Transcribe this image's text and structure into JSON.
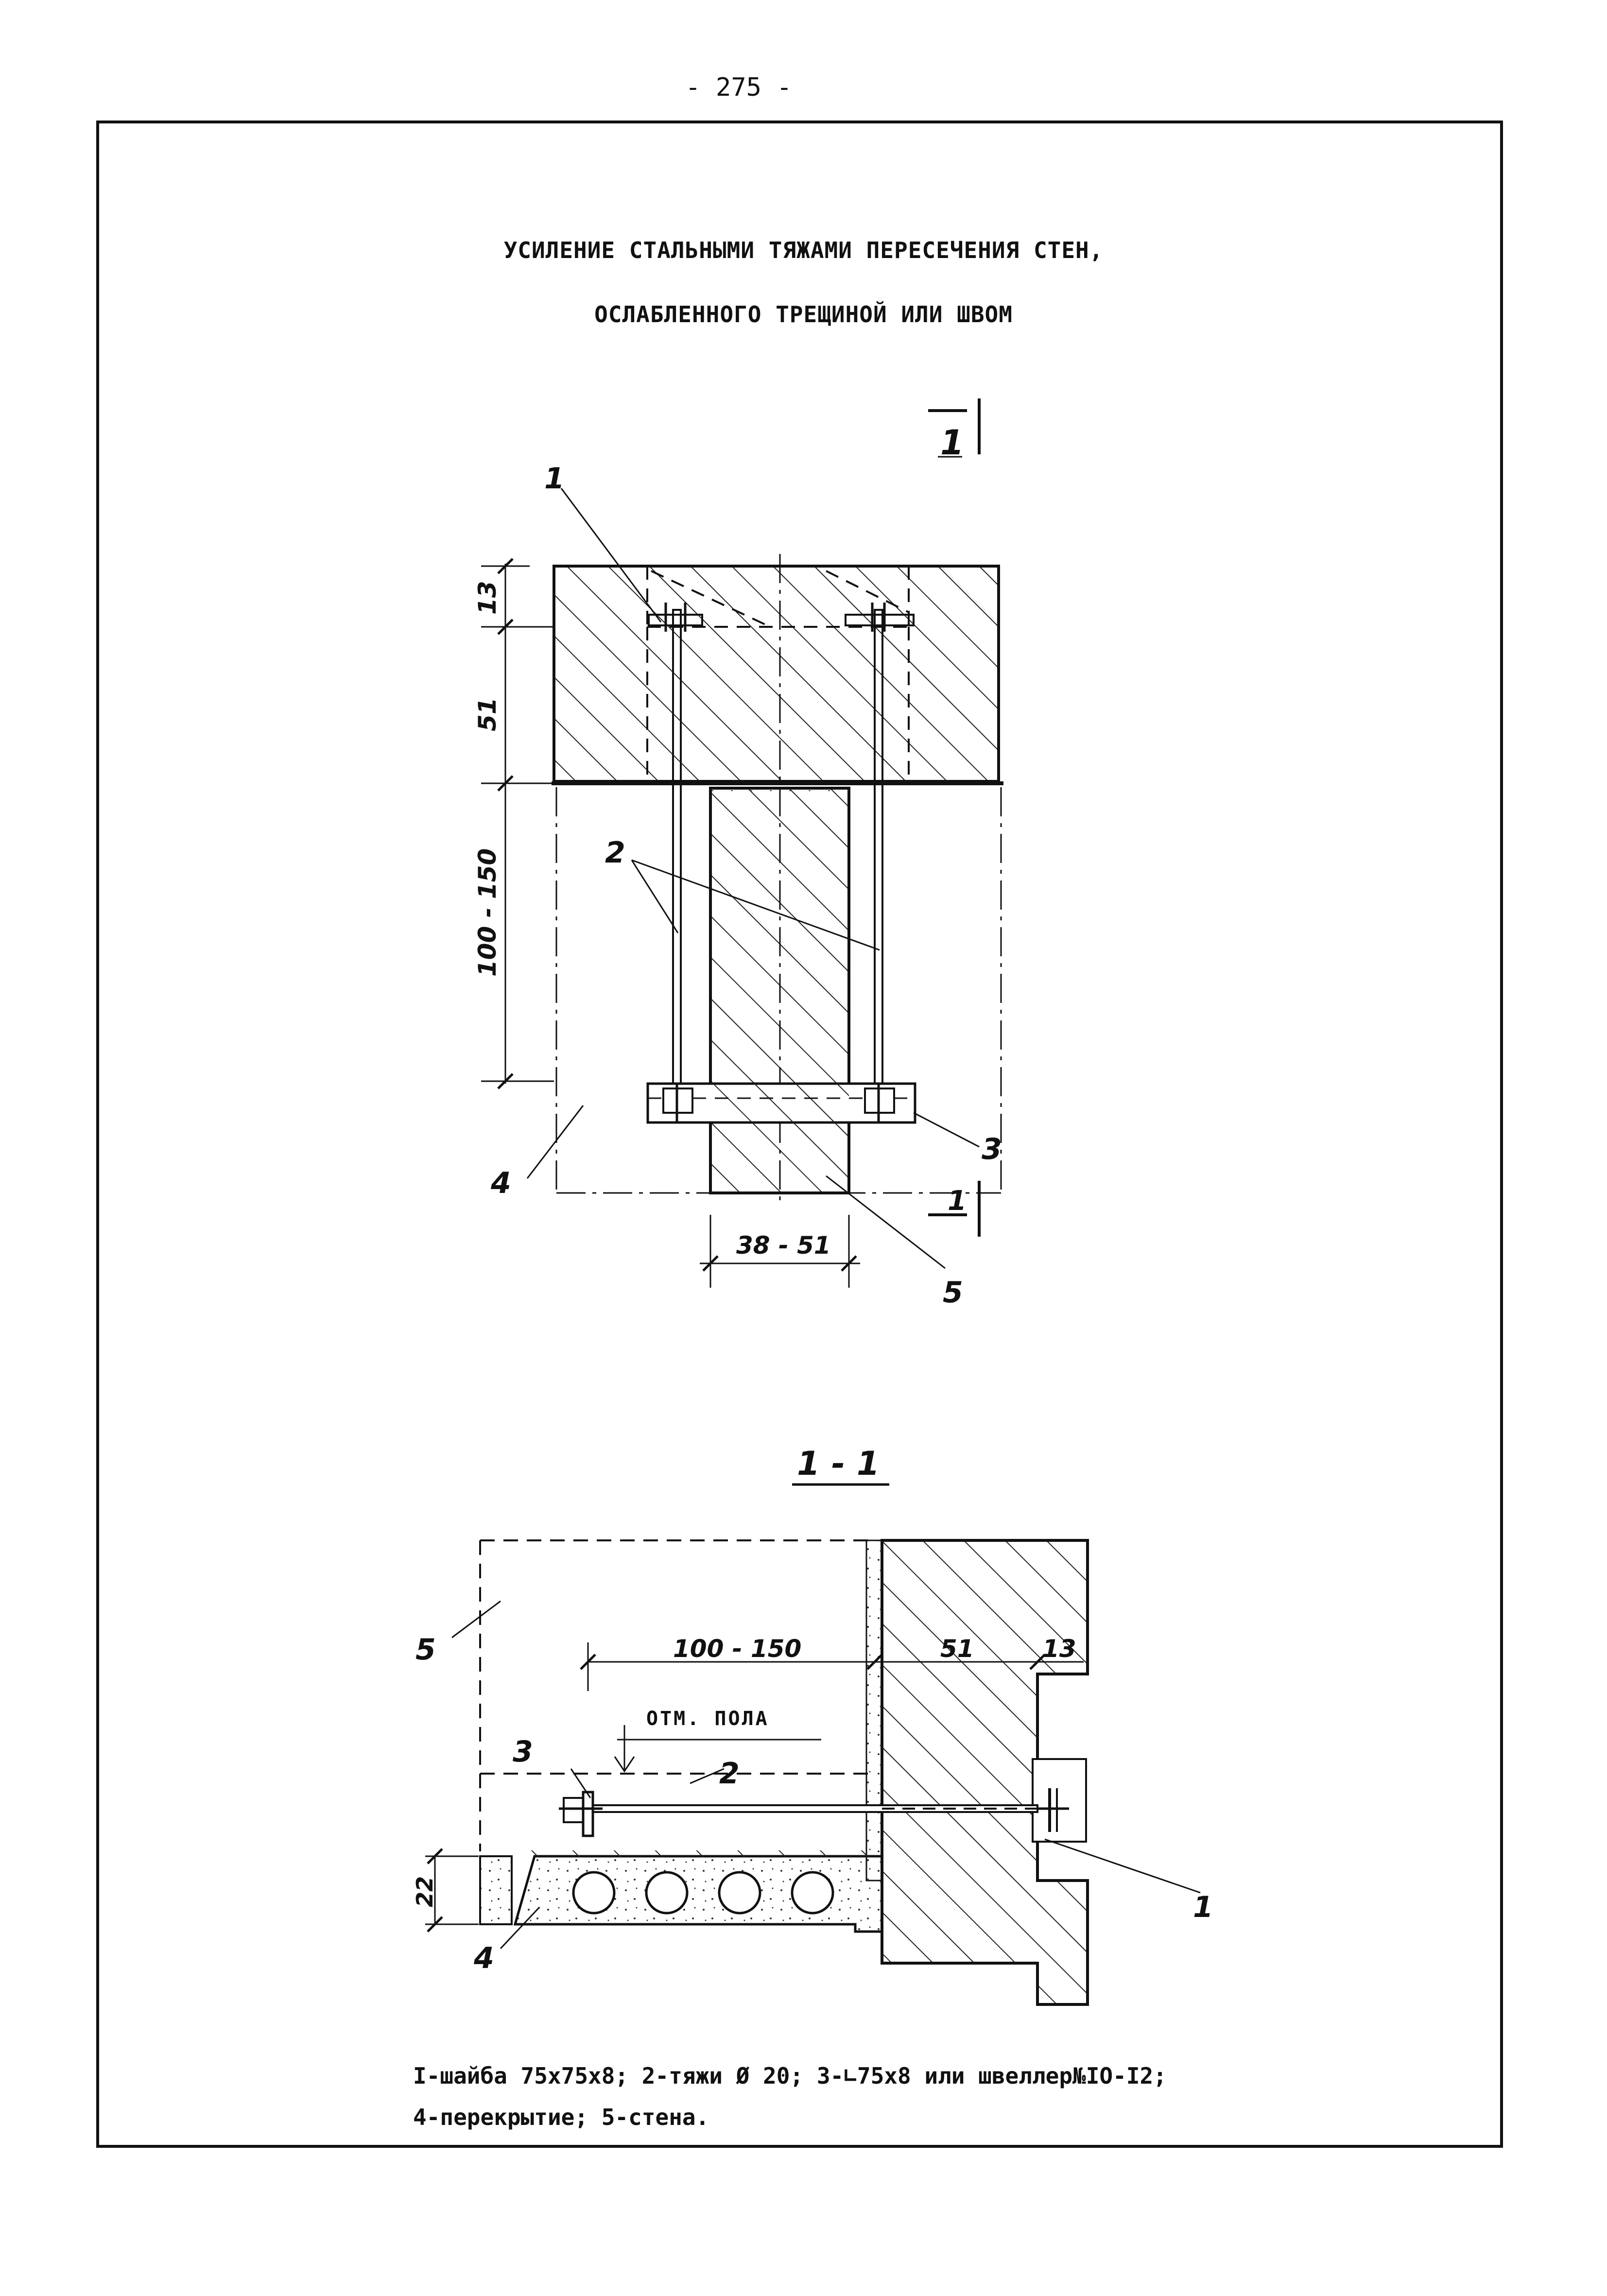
{
  "page_number": "- 275 -",
  "title": {
    "line1": "УСИЛЕНИЕ  СТАЛЬНЫМИ ТЯЖАМИ ПЕРЕСЕЧЕНИЯ СТЕН,",
    "line2": "ОСЛАБЛЕННОГО ТРЕЩИНОЙ ИЛИ ШВОМ"
  },
  "plan_view": {
    "section_mark": "1",
    "dim_13": "13",
    "dim_51": "51",
    "dim_100_150": "100 - 150",
    "dim_38_51": "38 - 51",
    "callouts": [
      "1",
      "2",
      "3",
      "4",
      "5"
    ]
  },
  "section_view": {
    "label": "1 - 1",
    "dim_100_150": "100 - 150",
    "dim_51": "51",
    "dim_13": "13",
    "dim_22": "22",
    "floor_mark": "ОТМ.  ПОЛА",
    "callouts": [
      "1",
      "2",
      "3",
      "4",
      "5"
    ]
  },
  "legend": {
    "line1": "I-шайба 75x75x8; 2-тяжи Ø 20; 3-∟75x8 или швеллер№IO-I2;",
    "line2": "4-перекрытие; 5-стена."
  }
}
